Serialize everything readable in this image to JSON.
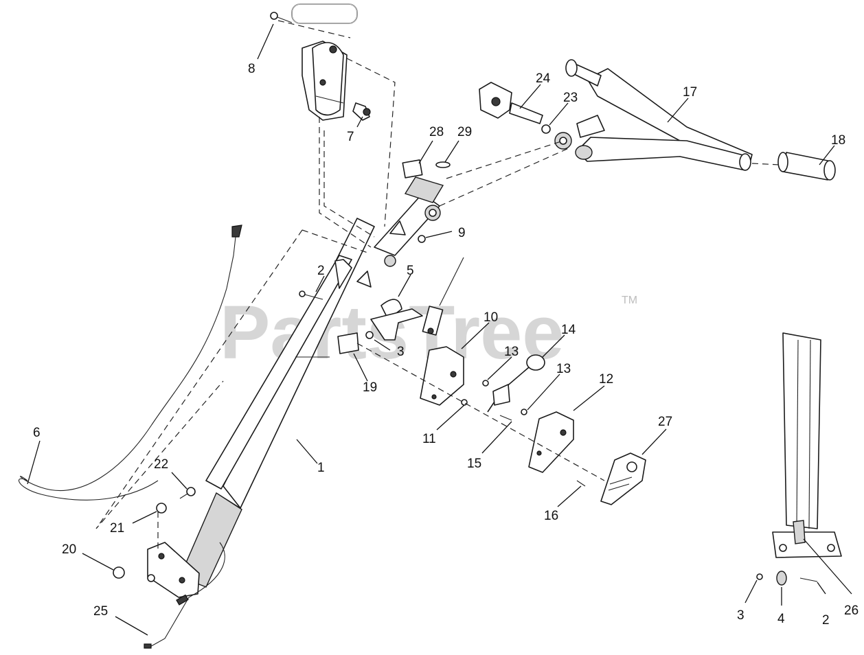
{
  "watermark": {
    "text": "PartsTree",
    "trademark": "TM"
  },
  "callouts": {
    "c1": "1",
    "c2a": "2",
    "c2b": "2",
    "c3a": "3",
    "c3b": "3",
    "c4": "4",
    "c5": "5",
    "c6": "6",
    "c7": "7",
    "c8": "8",
    "c9": "9",
    "c10": "10",
    "c11": "11",
    "c12": "12",
    "c13a": "13",
    "c13b": "13",
    "c14": "14",
    "c15": "15",
    "c16": "16",
    "c17": "17",
    "c18": "18",
    "c19": "19",
    "c20": "20",
    "c21": "21",
    "c22": "22",
    "c23": "23",
    "c24": "24",
    "c25": "25",
    "c26": "26",
    "c27": "27",
    "c28": "28",
    "c29": "29"
  },
  "colors": {
    "line": "#1a1a1a",
    "watermark": "#c9c9c9",
    "background": "#ffffff"
  }
}
